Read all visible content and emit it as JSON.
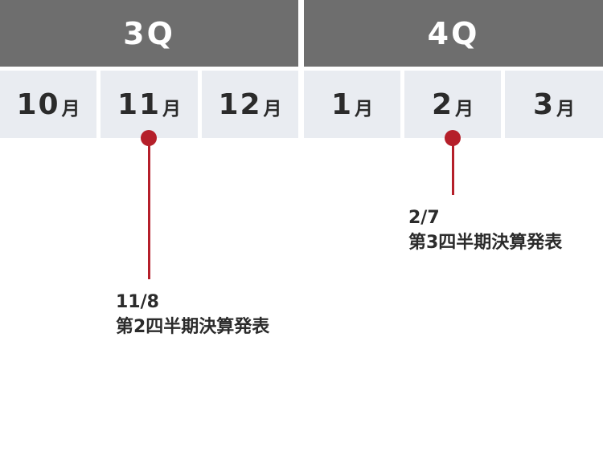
{
  "quarters": {
    "q3": "3Q",
    "q4": "4Q"
  },
  "months": [
    {
      "num": "10",
      "unit": "月"
    },
    {
      "num": "11",
      "unit": "月"
    },
    {
      "num": "12",
      "unit": "月"
    },
    {
      "num": "1",
      "unit": "月"
    },
    {
      "num": "2",
      "unit": "月"
    },
    {
      "num": "3",
      "unit": "月"
    }
  ],
  "events": [
    {
      "date": "11/8",
      "label": "第2四半期決算発表",
      "month": "11月"
    },
    {
      "date": "2/7",
      "label": "第3四半期決算発表",
      "month": "2月"
    }
  ],
  "colors": {
    "quarter_bg": "#6e6e6e",
    "month_bg": "#e9ecf1",
    "marker": "#b51f2a",
    "text": "#2b2b2b"
  }
}
